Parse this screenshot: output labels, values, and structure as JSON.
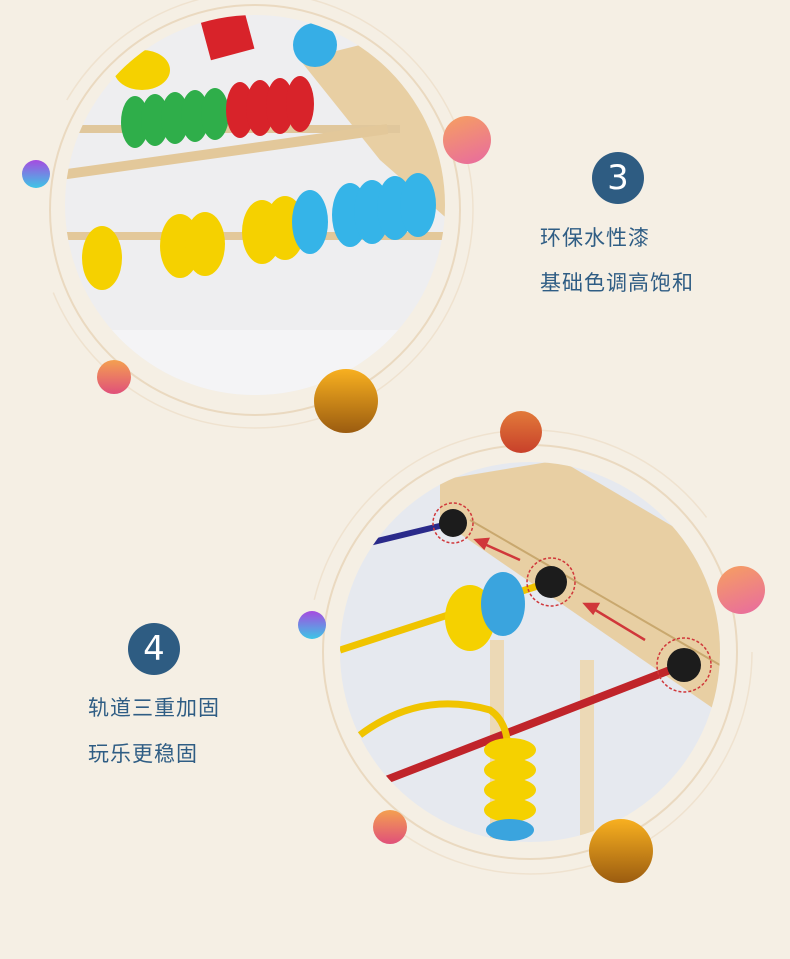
{
  "features": [
    {
      "number": "3",
      "lines": [
        "环保水性漆",
        "基础色调高饱和"
      ]
    },
    {
      "number": "4",
      "lines": [
        "轨道三重加固",
        "玩乐更稳固"
      ]
    }
  ],
  "colors": {
    "background": "#f5efe4",
    "badge": "#2e5c82",
    "text": "#2f5d84"
  }
}
